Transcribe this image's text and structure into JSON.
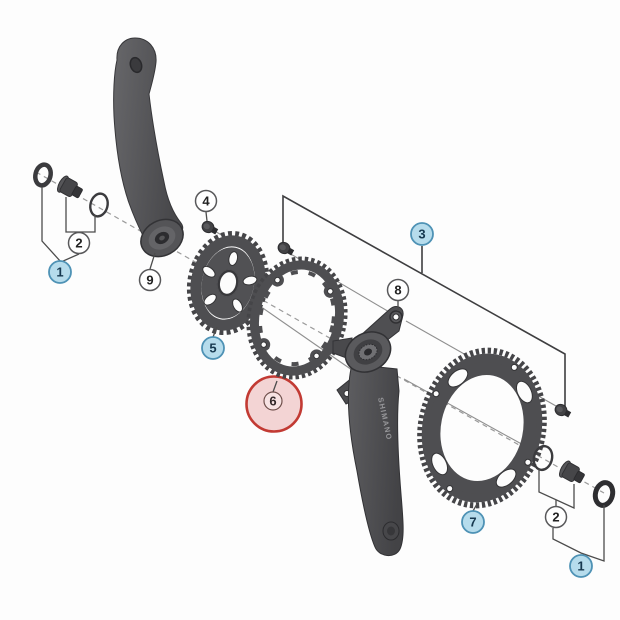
{
  "diagram": {
    "type": "exploded-parts-diagram",
    "subject": "bicycle crankset",
    "brand_text": "SHIMANO",
    "highlighted_part_number": "6",
    "background": "#fdfdfd",
    "colors": {
      "callout_blue_fill": "#b6dcec",
      "callout_blue_border": "#4e92b5",
      "callout_white_fill": "#ffffff",
      "callout_white_border": "#58585a",
      "highlight_fill": "#eebcbc",
      "highlight_border": "#c23a33",
      "part_gray": "#4e4e51",
      "line_gray": "#8f8f8f"
    },
    "callouts": [
      {
        "number": "1",
        "style": "blue",
        "part": "crank-bolt-unit-left"
      },
      {
        "number": "2",
        "style": "white",
        "part": "crank-bolt-and-washer-left"
      },
      {
        "number": "9",
        "style": "white",
        "part": "left-crank-arm"
      },
      {
        "number": "4",
        "style": "white",
        "part": "chainring-fixing-bolt"
      },
      {
        "number": "5",
        "style": "blue",
        "part": "small-chainring"
      },
      {
        "number": "6",
        "style": "highlight",
        "part": "middle-chainring"
      },
      {
        "number": "3",
        "style": "blue",
        "part": "chainring-fixing-bolts-pair"
      },
      {
        "number": "8",
        "style": "white",
        "part": "right-crank-arm"
      },
      {
        "number": "7",
        "style": "blue",
        "part": "large-chainring"
      },
      {
        "number": "2",
        "style": "white",
        "part": "crank-bolt-and-washer-right"
      },
      {
        "number": "1",
        "style": "blue",
        "part": "crank-bolt-unit-right"
      }
    ]
  }
}
